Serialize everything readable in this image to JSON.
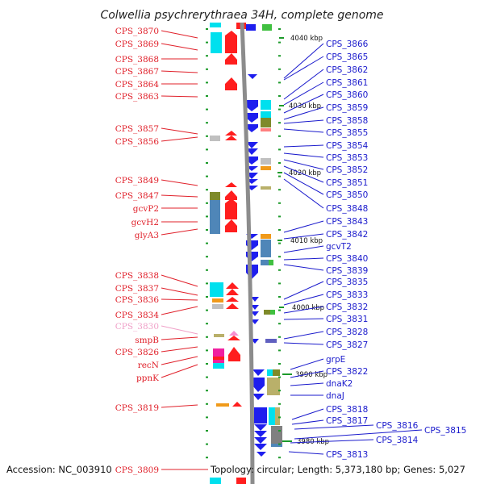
{
  "title": "Colwellia psychrerythraea 34H, complete genome",
  "footer": {
    "accession": "Accession: NC_003910",
    "summary": "Topology: circular; Length: 5,373,180 bp; Genes: 5,027"
  },
  "colors": {
    "left_label": "#e0202a",
    "left_label_faded": "#f0a0c8",
    "right_label": "#1a1acc",
    "backbone": "#8c8c8c",
    "tick": "#1c9a2a",
    "forward_gene": "#ff1e1e",
    "reverse_gene": "#1e1eee",
    "feature_cyan": "#00e0ee",
    "feature_steel": "#4f86b8",
    "feature_olive": "#7e8a2a",
    "feature_orange": "#f09a1a",
    "feature_grey": "#c0c0c0",
    "feature_magenta": "#f020a0",
    "feature_khaki": "#b9b06a",
    "feature_green": "#40c040"
  },
  "kbp_scale": [
    "4040 kbp",
    "4030 kbp",
    "4020 kbp",
    "4010 kbp",
    "4000 kbp",
    "3990 kbp",
    "3980 kbp"
  ],
  "left_labels": [
    {
      "text": "CPS_3870",
      "faded": false
    },
    {
      "text": "CPS_3869",
      "faded": false
    },
    {
      "text": "CPS_3868",
      "faded": false
    },
    {
      "text": "CPS_3867",
      "faded": false
    },
    {
      "text": "CPS_3864",
      "faded": false
    },
    {
      "text": "CPS_3863",
      "faded": false
    },
    {
      "text": "CPS_3857",
      "faded": false
    },
    {
      "text": "CPS_3856",
      "faded": false
    },
    {
      "text": "CPS_3849",
      "faded": false
    },
    {
      "text": "CPS_3847",
      "faded": false
    },
    {
      "text": "gcvP2",
      "faded": false
    },
    {
      "text": "gcvH2",
      "faded": false
    },
    {
      "text": "glyA3",
      "faded": false
    },
    {
      "text": "CPS_3838",
      "faded": false
    },
    {
      "text": "CPS_3837",
      "faded": false
    },
    {
      "text": "CPS_3836",
      "faded": false
    },
    {
      "text": "CPS_3834",
      "faded": false
    },
    {
      "text": "CPS_3830",
      "faded": true
    },
    {
      "text": "smpB",
      "faded": false
    },
    {
      "text": "CPS_3826",
      "faded": false
    },
    {
      "text": "recN",
      "faded": false
    },
    {
      "text": "ppnK",
      "faded": false
    },
    {
      "text": "CPS_3819",
      "faded": false
    },
    {
      "text": "CPS_3809",
      "faded": false
    }
  ],
  "right_labels": [
    "CPS_3866",
    "CPS_3865",
    "CPS_3862",
    "CPS_3861",
    "CPS_3860",
    "CPS_3859",
    "CPS_3858",
    "CPS_3855",
    "CPS_3854",
    "CPS_3853",
    "CPS_3852",
    "CPS_3851",
    "CPS_3850",
    "CPS_3848",
    "CPS_3843",
    "CPS_3842",
    "gcvT2",
    "CPS_3840",
    "CPS_3839",
    "CPS_3835",
    "CPS_3833",
    "CPS_3832",
    "CPS_3831",
    "CPS_3828",
    "CPS_3827",
    "grpE",
    "CPS_3822",
    "dnaK2",
    "dnaJ",
    "CPS_3818",
    "CPS_3817",
    "CPS_3816",
    "CPS_3815",
    "CPS_3814",
    "CPS_3813"
  ]
}
